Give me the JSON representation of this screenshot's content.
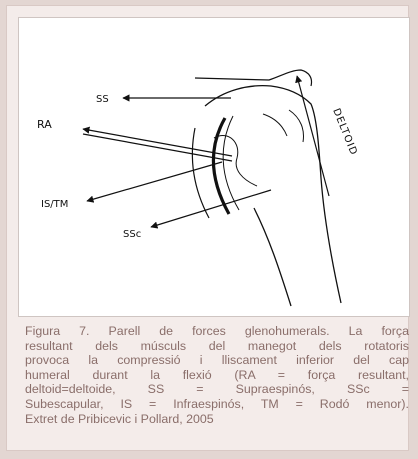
{
  "figure": {
    "labels": {
      "ss": "SS",
      "ra": "RA",
      "is_tm": "IS/TM",
      "ssc": "SSc",
      "deltoid": "DELTOID"
    },
    "caption_lines": [
      "Figura 7. Parell de forces glenohumerals. La força",
      "resultant dels músculs del manegot dels rotatoris",
      "provoca la compressió i lliscament inferior del cap",
      "humeral durant la flexió   (RA = força resultant,",
      "deltoid=deltoide, SS = Supraespinós, SSc =",
      "Subescapular, IS = Infraespinós, TM = Rodó menor).",
      "Extret de Pribicevic i Pollard, 2005"
    ]
  },
  "colors": {
    "page_bg": "#e3d6d2",
    "caption_text": "#8a6e6a",
    "ink": "#111111"
  }
}
